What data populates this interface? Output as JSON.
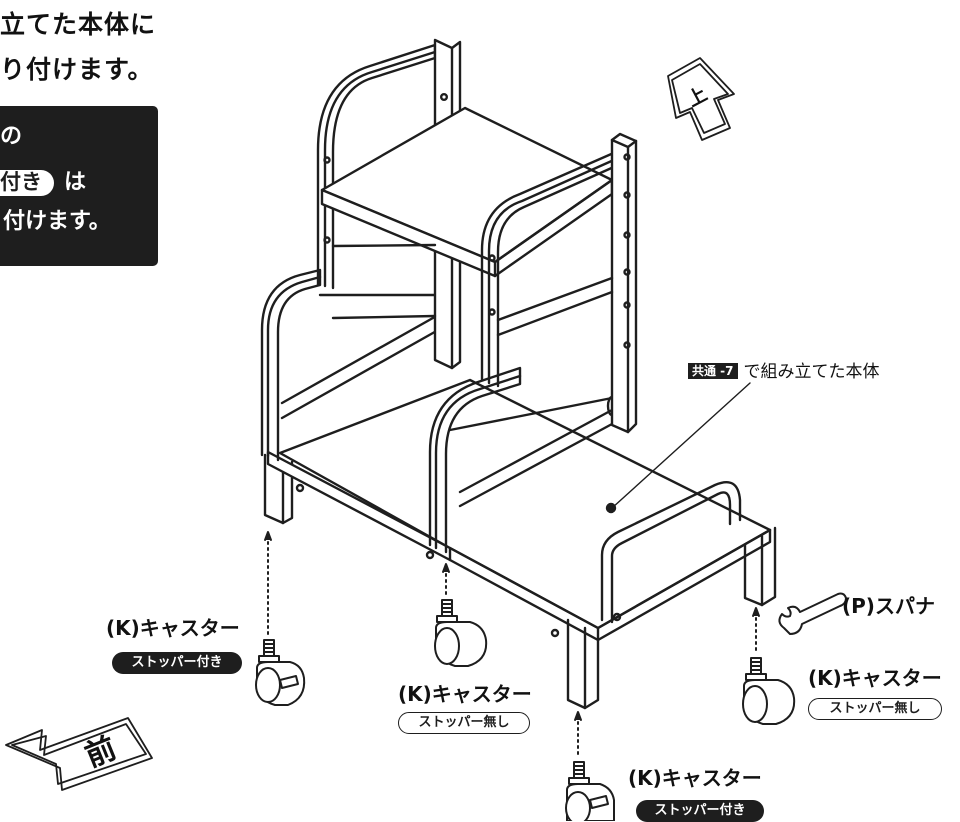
{
  "heading": {
    "line1": "立てた本体に",
    "line2": "り付けます。"
  },
  "notice": {
    "line1": "の",
    "line2_pill": "付き",
    "line2_suffix": "は",
    "line3": "付けます。"
  },
  "callout": {
    "tag": "共通 -7",
    "text": "で組み立てた本体"
  },
  "labels": {
    "caster_label": "(K)キャスター",
    "stopper_with": "ストッパー付き",
    "stopper_without": "ストッパー無し",
    "spanner": "(P)スパナ"
  },
  "arrows": {
    "up": "上",
    "front": "前"
  },
  "colors": {
    "ink": "#1e1e1e",
    "background": "#ffffff"
  }
}
